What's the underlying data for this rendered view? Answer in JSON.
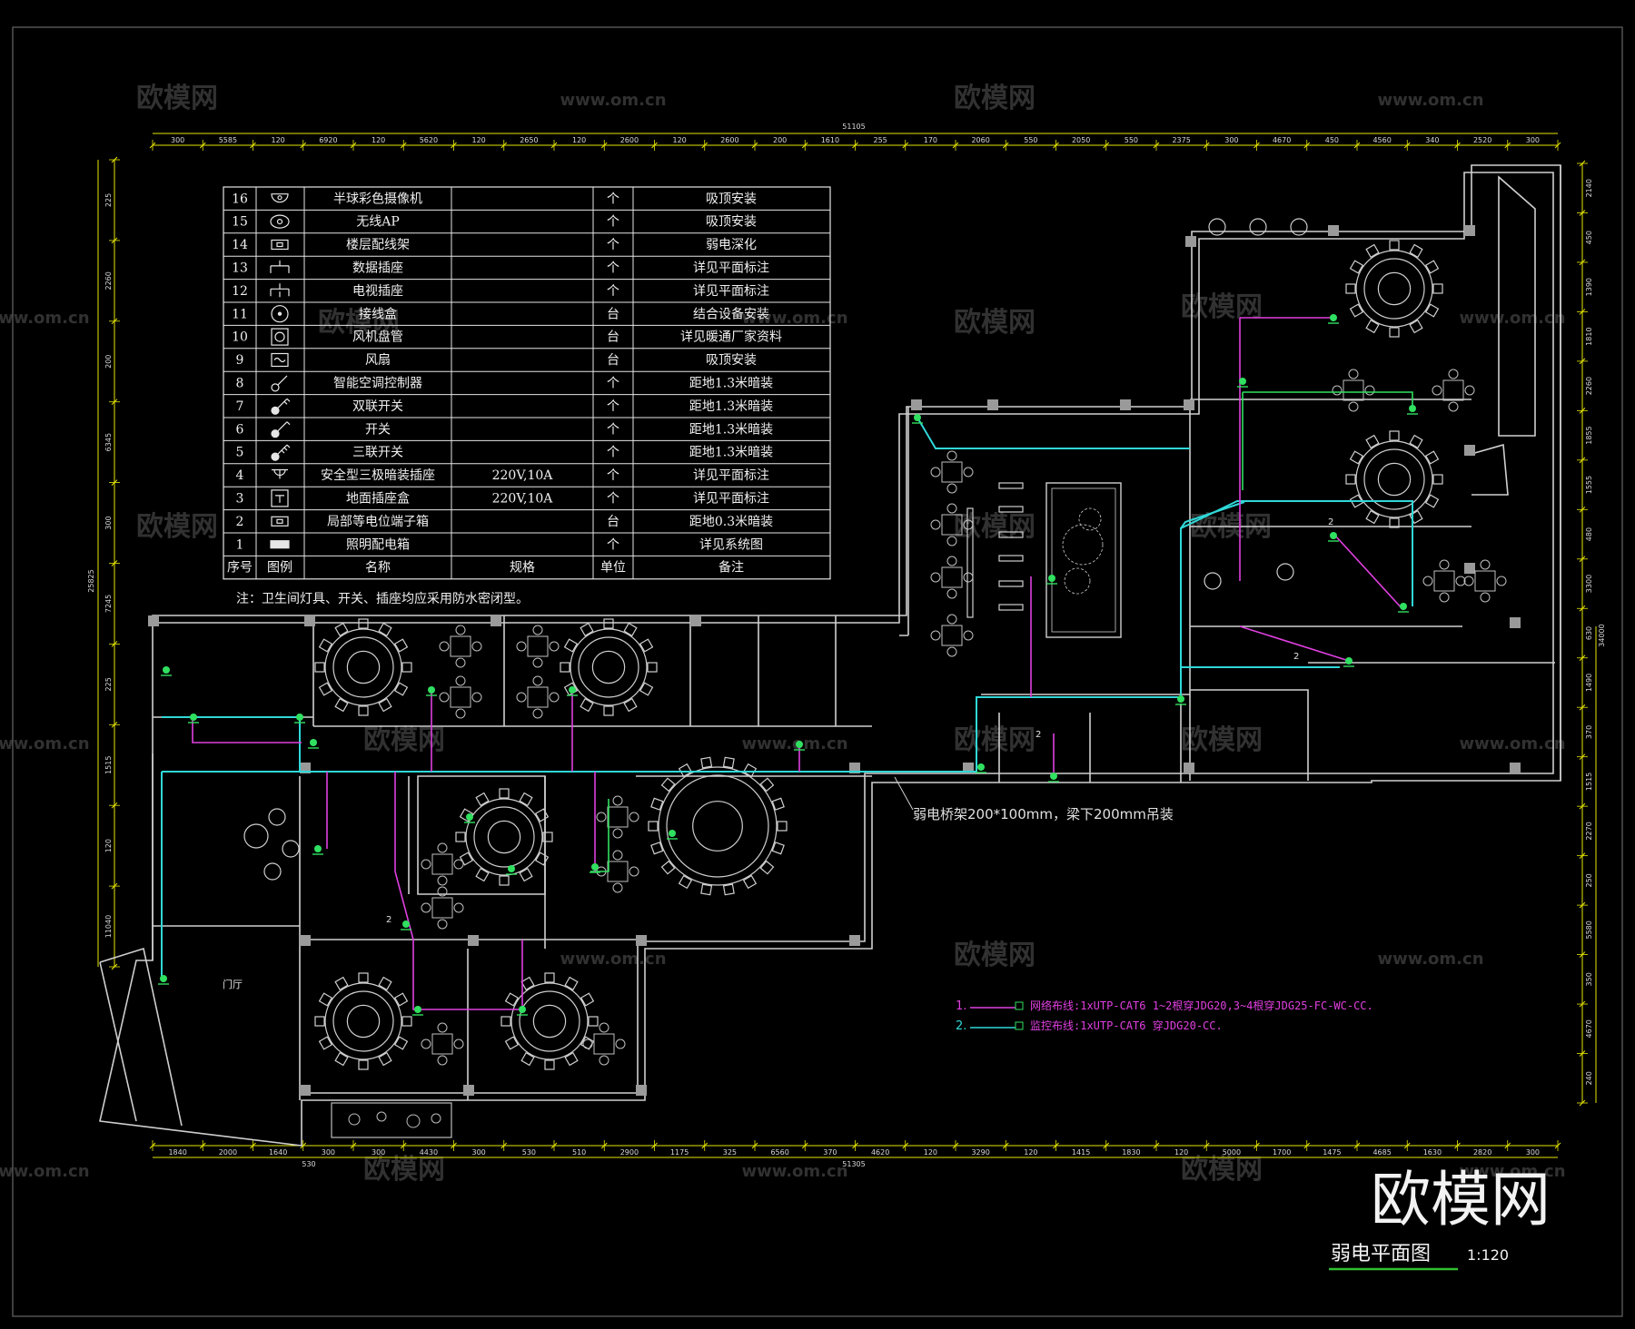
{
  "drawing": {
    "title": "弱电平面图",
    "scale": "1:120",
    "brand_logo": "欧模网",
    "total_dimension_top": "51105",
    "total_dimension_bottom": "51305",
    "left_total_dimension": "25825",
    "right_partial_dimension": "34000",
    "bottom_left_dimension": "530"
  },
  "watermarks": {
    "logo_text": "欧模网",
    "url_text": "www.om.cn"
  },
  "top_dimensions": [
    "300",
    "5585",
    "120",
    "6920",
    "120",
    "5620",
    "120",
    "2650",
    "120",
    "2600",
    "120",
    "2600",
    "200",
    "1610",
    "255",
    "170",
    "2060",
    "550",
    "2050",
    "550",
    "2375",
    "300",
    "4670",
    "450",
    "4560",
    "340",
    "2520",
    "300"
  ],
  "bottom_dimensions": [
    "1840",
    "2000",
    "1640",
    "300",
    "300",
    "4430",
    "300",
    "530",
    "510",
    "2900",
    "1175",
    "325",
    "6560",
    "370",
    "4620",
    "120",
    "3290",
    "120",
    "1415",
    "1830",
    "120",
    "5000",
    "1700",
    "1475",
    "4685",
    "1630",
    "2820",
    "300"
  ],
  "left_dimensions": [
    "225",
    "2260",
    "200",
    "6345",
    "300",
    "7245",
    "225",
    "1515",
    "120",
    "11040"
  ],
  "right_dimensions": [
    "2140",
    "450",
    "1390",
    "1810",
    "2260",
    "1855",
    "1555",
    "480",
    "3300",
    "630",
    "1490",
    "370",
    "1515",
    "2270",
    "250",
    "5580",
    "350",
    "4670",
    "240"
  ],
  "legend": {
    "headers": {
      "no": "序号",
      "symbol": "图例",
      "name": "名称",
      "spec": "规格",
      "unit": "单位",
      "note": "备注"
    },
    "rows": [
      {
        "no": "16",
        "symbol": "dome-camera-icon",
        "name": "半球彩色摄像机",
        "spec": "",
        "unit": "个",
        "note": "吸顶安装"
      },
      {
        "no": "15",
        "symbol": "wireless-ap-icon",
        "name": "无线AP",
        "spec": "",
        "unit": "个",
        "note": "吸顶安装"
      },
      {
        "no": "14",
        "symbol": "patch-frame-icon",
        "name": "楼层配线架",
        "spec": "",
        "unit": "个",
        "note": "弱电深化"
      },
      {
        "no": "13",
        "symbol": "data-socket-icon",
        "name": "数据插座",
        "spec": "",
        "unit": "个",
        "note": "详见平面标注"
      },
      {
        "no": "12",
        "symbol": "tv-socket-icon",
        "name": "电视插座",
        "spec": "",
        "unit": "个",
        "note": "详见平面标注"
      },
      {
        "no": "11",
        "symbol": "junction-box-icon",
        "name": "接线盒",
        "spec": "",
        "unit": "台",
        "note": "结合设备安装"
      },
      {
        "no": "10",
        "symbol": "fan-coil-icon",
        "name": "风机盘管",
        "spec": "",
        "unit": "台",
        "note": "详见暖通厂家资料"
      },
      {
        "no": "9",
        "symbol": "fan-icon",
        "name": "风扇",
        "spec": "",
        "unit": "台",
        "note": "吸顶安装"
      },
      {
        "no": "8",
        "symbol": "ac-controller-icon",
        "name": "智能空调控制器",
        "spec": "",
        "unit": "个",
        "note": "距地1.3米暗装"
      },
      {
        "no": "7",
        "symbol": "double-switch-icon",
        "name": "双联开关",
        "spec": "",
        "unit": "个",
        "note": "距地1.3米暗装"
      },
      {
        "no": "6",
        "symbol": "switch-icon",
        "name": "开关",
        "spec": "",
        "unit": "个",
        "note": "距地1.3米暗装"
      },
      {
        "no": "5",
        "symbol": "triple-switch-icon",
        "name": "三联开关",
        "spec": "",
        "unit": "个",
        "note": "距地1.3米暗装"
      },
      {
        "no": "4",
        "symbol": "safety-socket-icon",
        "name": "安全型三极暗装插座",
        "spec": "220V,10A",
        "unit": "个",
        "note": "详见平面标注"
      },
      {
        "no": "3",
        "symbol": "floor-socket-icon",
        "name": "地面插座盒",
        "spec": "220V,10A",
        "unit": "个",
        "note": "详见平面标注"
      },
      {
        "no": "2",
        "symbol": "equipotential-box-icon",
        "name": "局部等电位端子箱",
        "spec": "",
        "unit": "台",
        "note": "距地0.3米暗装"
      },
      {
        "no": "1",
        "symbol": "lighting-panel-icon",
        "name": "照明配电箱",
        "spec": "",
        "unit": "个",
        "note": "详见系统图"
      }
    ],
    "footnote": "注：卫生间灯具、开关、插座均应采用防水密闭型。"
  },
  "annotations": {
    "tray": "弱电桥架200*100mm，梁下200mm吊装",
    "entrance": "门厅",
    "cable_tag": "2"
  },
  "cable_legend": [
    {
      "no": "1.",
      "label": "网络布线:1xUTP-CAT6  1~2根穿JDG20,3~4根穿JDG25-FC-WC-CC.",
      "color": "#e040e0"
    },
    {
      "no": "2.",
      "label": "监控布线:1xUTP-CAT6  穿JDG20-CC.",
      "color": "#30d8d8"
    }
  ],
  "colors": {
    "wall": "#d0d0d0",
    "dimension": "#e6e600",
    "network": "#e040e0",
    "cctv": "#30d8d8",
    "device": "#30e060",
    "title_underline": "#30c030"
  }
}
